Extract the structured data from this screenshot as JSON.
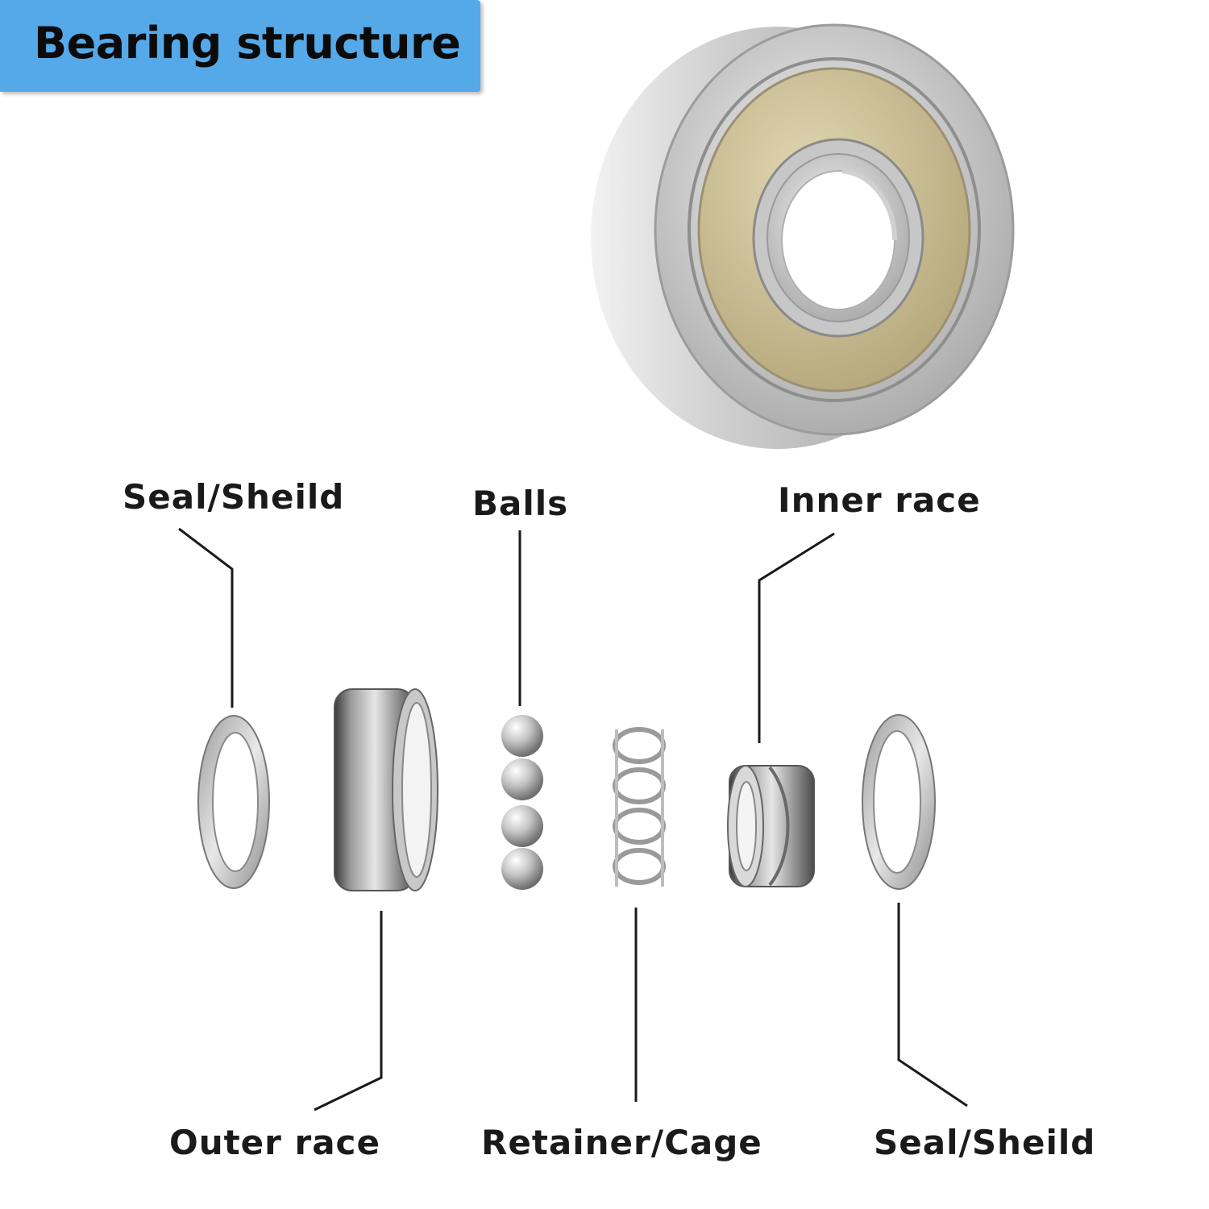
{
  "title": "Bearing structure",
  "labels": {
    "seal_left": "Seal/Sheild",
    "balls": "Balls",
    "inner_race": "Inner race",
    "outer_race": "Outer race",
    "retainer": "Retainer/Cage",
    "seal_right": "Seal/Sheild"
  },
  "colors": {
    "title_bg": "#56a9e8",
    "shield": "#c9bc92",
    "steel": "#bfbfbf"
  }
}
